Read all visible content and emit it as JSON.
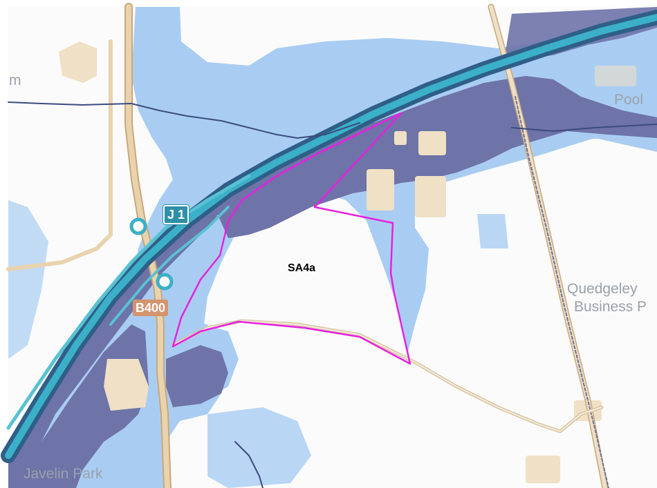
{
  "map": {
    "site_label": "SA4a",
    "place_labels": {
      "pool": "Pool",
      "quedgeley_line1": "Quedgeley",
      "quedgeley_line2": "Business P",
      "javelin": "Javelin Park",
      "left_edge_fragment": "m"
    },
    "road_shields": {
      "junction": "J 1",
      "b_road": "B400"
    },
    "colors": {
      "flood_zone_3": "#6e73a8",
      "flood_zone_2": "#a9cdf2",
      "motorway": "#3bb0c8",
      "a_road": "#e3c79c",
      "site_boundary": "#e820e0",
      "building": "#efe0c6",
      "background": "#fbfbfb",
      "river": "#3c4a7e"
    }
  }
}
